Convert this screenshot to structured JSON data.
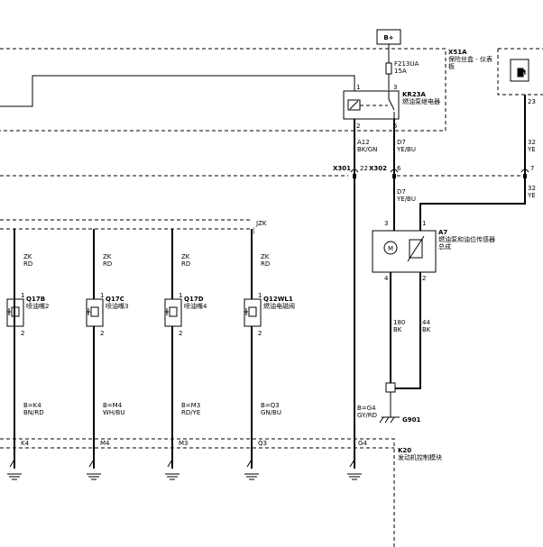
{
  "power": {
    "label": "B+"
  },
  "fuse": {
    "name": "F213UA",
    "rating": "15A"
  },
  "relay": {
    "name": "KR23A",
    "desc": "燃油泵继电器",
    "pins": [
      "1",
      "3",
      "2",
      "5"
    ]
  },
  "fuse_block": {
    "name": "X51A",
    "desc_line1": "保险丝盒 - 仪表",
    "desc_line2": "板"
  },
  "wires": {
    "relay_left": {
      "pin": "A12",
      "color": "BK/GN"
    },
    "relay_right": {
      "pin": "D7",
      "color": "YE/BU"
    },
    "after_connector": {
      "pin": "D7",
      "color": "YE/BU"
    },
    "right_upper": {
      "num": "23",
      "size": "32",
      "color": "YE"
    },
    "right_lower": {
      "size": "32",
      "color": "YE"
    },
    "ground_m": {
      "size": "180",
      "color": "BK"
    },
    "ground_sensor": {
      "size": "44",
      "color": "BK"
    },
    "ecm_g4": {
      "pin": "B=G4",
      "color": "GY/RD"
    }
  },
  "connectors": {
    "x301": "X301",
    "x301_pin": "22",
    "x302": "X302",
    "x302_pin": "6",
    "right_pin": "7"
  },
  "pump": {
    "name": "A7",
    "desc_line1": "燃油泵和油位传感器",
    "desc_line2": "总成",
    "motor": "M",
    "pins": [
      "3",
      "1",
      "4",
      "2"
    ]
  },
  "ground": {
    "name": "G901"
  },
  "splice": {
    "label": "JZK"
  },
  "injectors": [
    {
      "wire": "ZK",
      "color": "RD",
      "pin1": "1",
      "pin2": "2",
      "name": "Q17B",
      "desc": "喷油嘴2",
      "ecm_pin": "B=K4",
      "ecm_color": "BN/RD",
      "term": "K4"
    },
    {
      "wire": "ZK",
      "color": "RD",
      "pin1": "1",
      "pin2": "2",
      "name": "Q17C",
      "desc": "喷油嘴3",
      "ecm_pin": "B=M4",
      "ecm_color": "WH/BU",
      "term": "M4"
    },
    {
      "wire": "ZK",
      "color": "RD",
      "pin1": "1",
      "pin2": "2",
      "name": "Q17D",
      "desc": "喷油嘴4",
      "ecm_pin": "B=M3",
      "ecm_color": "RD/YE",
      "term": "M3"
    },
    {
      "wire": "ZK",
      "color": "RD",
      "pin1": "1",
      "pin2": "2",
      "name": "Q12WL1",
      "desc": "燃油电磁阀",
      "ecm_pin": "B=Q3",
      "ecm_color": "GN/BU",
      "term": "Q3"
    }
  ],
  "ecm": {
    "name": "K20",
    "desc": "发动机控制模块",
    "term_g4": "G4"
  }
}
